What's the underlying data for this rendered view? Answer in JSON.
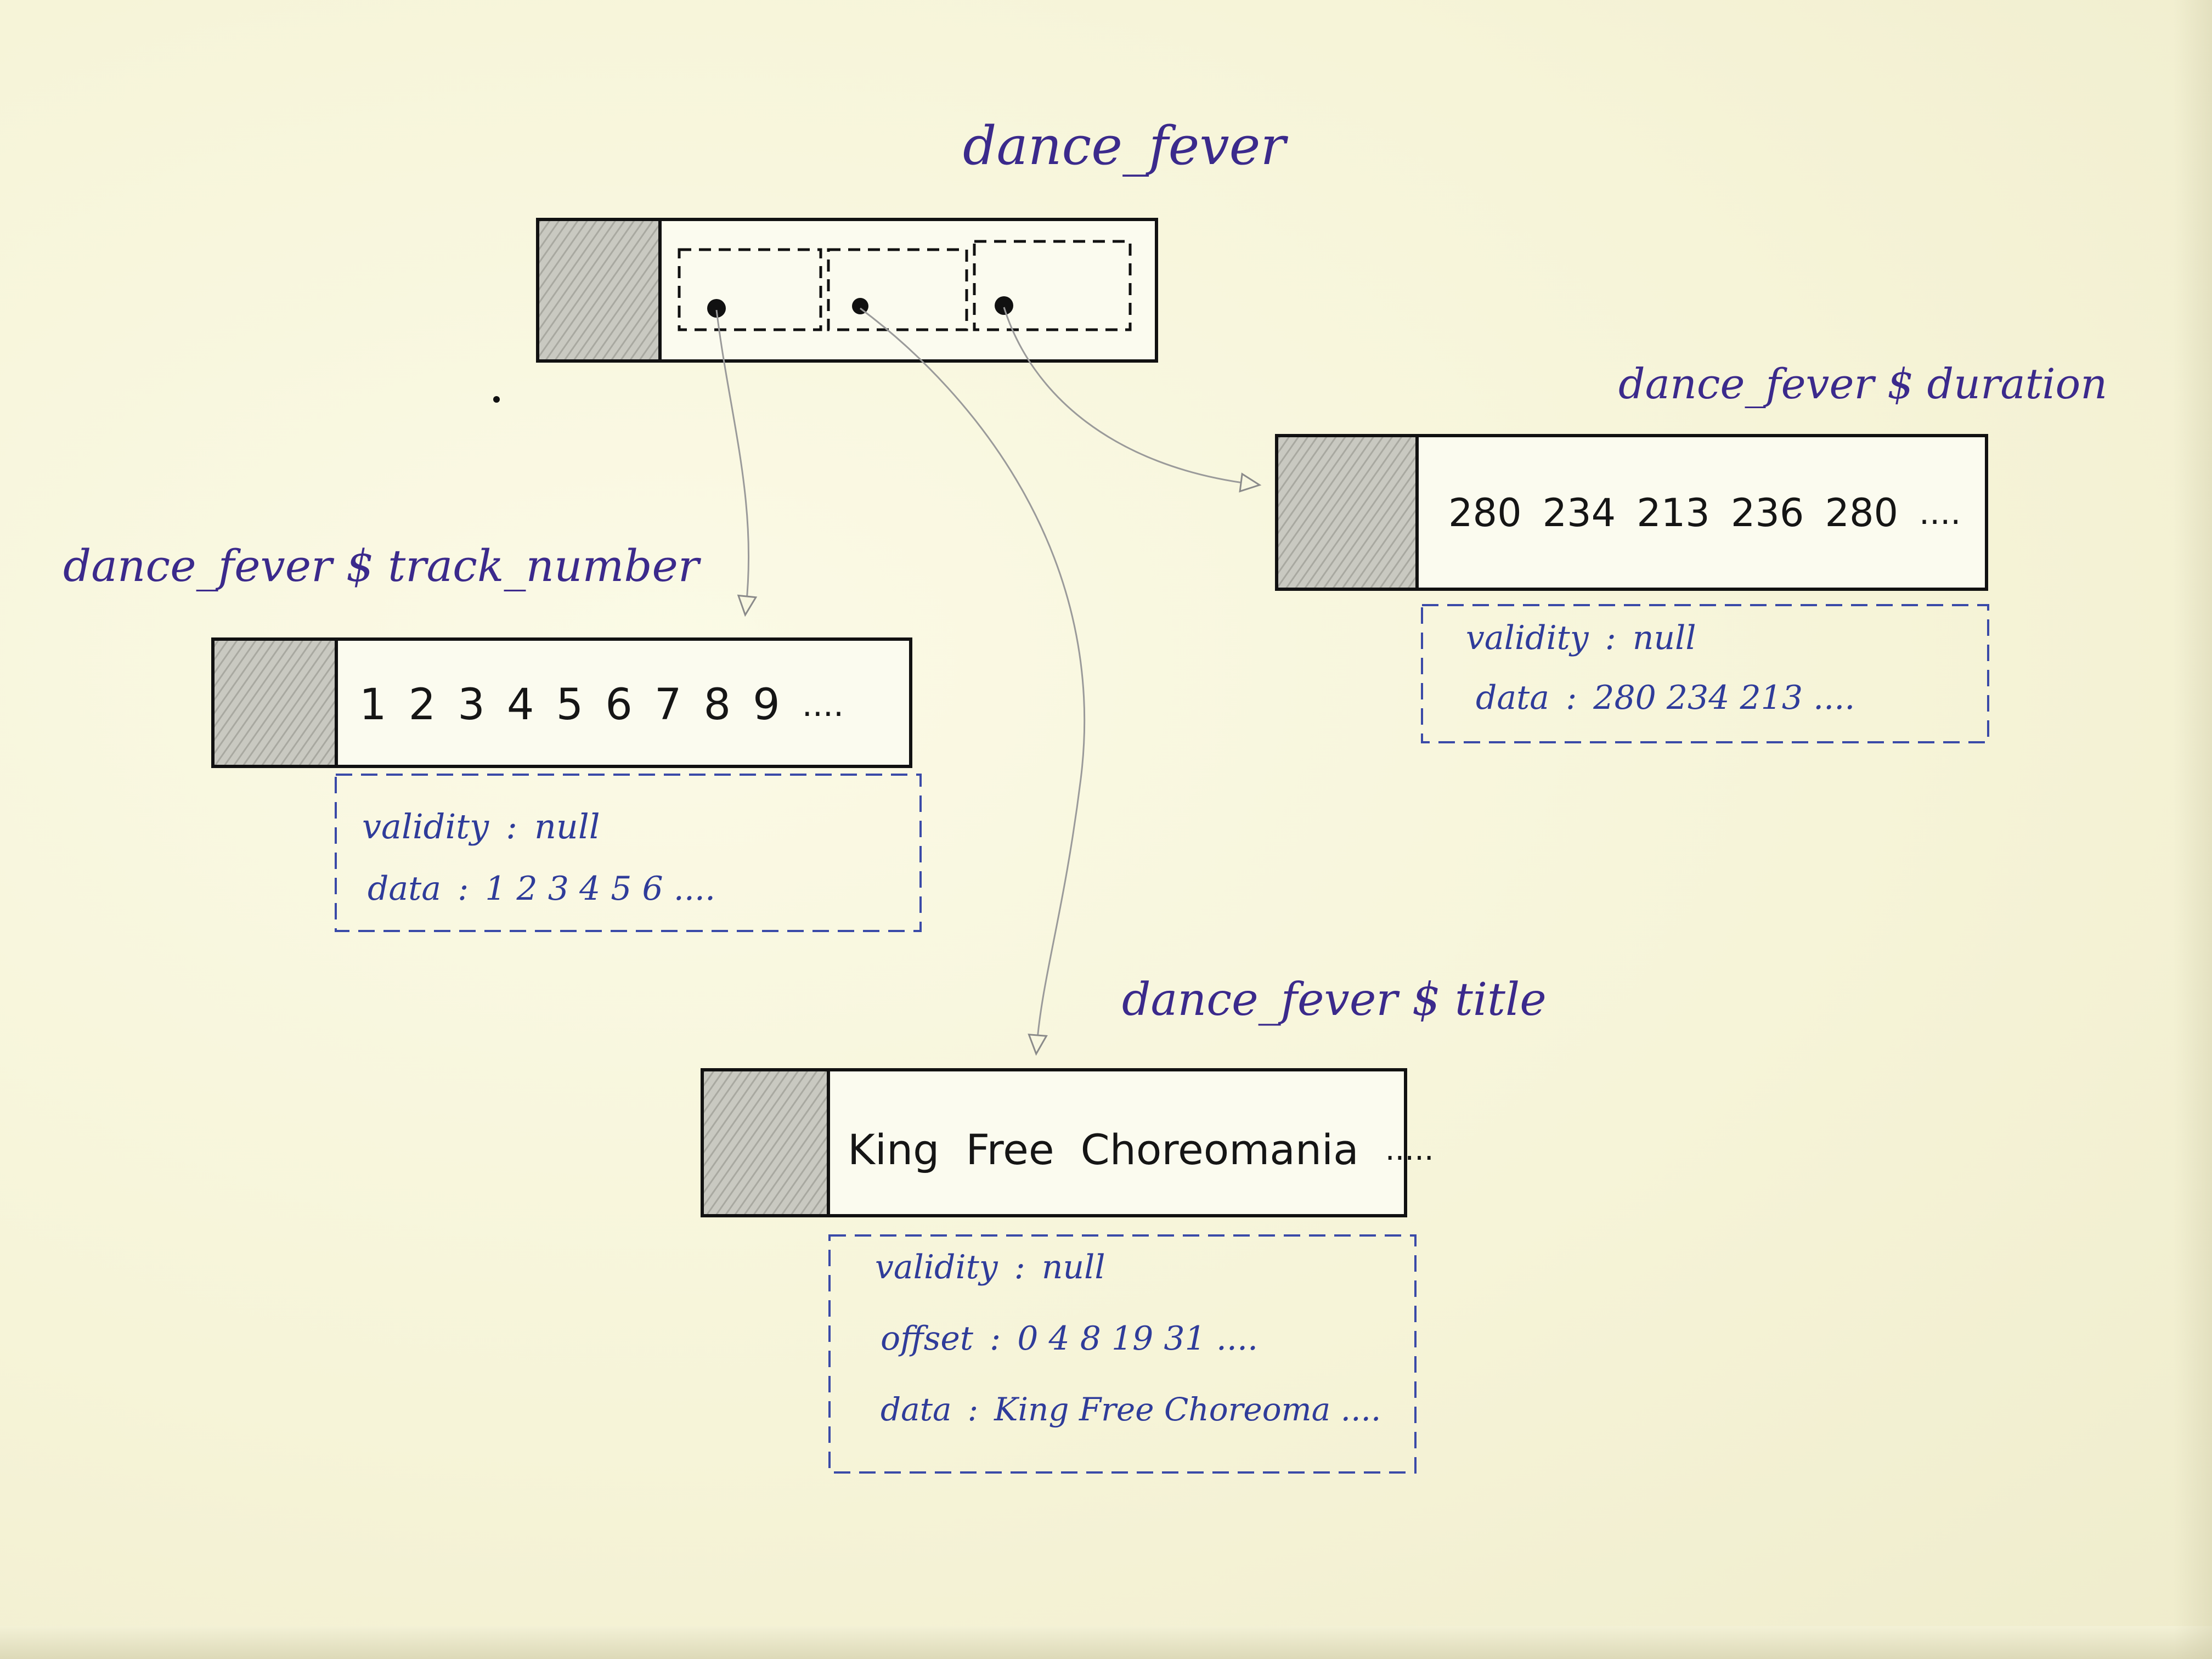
{
  "diagram": {
    "struct": {
      "title": "dance_fever"
    },
    "track_number": {
      "title": "dance_fever $ track_number",
      "values": [
        "1",
        "2",
        "3",
        "4",
        "5",
        "6",
        "7",
        "8",
        "9",
        "...."
      ],
      "validity_key": "validity",
      "validity_value": "null",
      "data_key": "data",
      "data_value": "1 2 3 4 5 6 ...."
    },
    "duration": {
      "title": "dance_fever $ duration",
      "values": [
        "280",
        "234",
        "213",
        "236",
        "280",
        "...."
      ],
      "validity_key": "validity",
      "validity_value": "null",
      "data_key": "data",
      "data_value": "280 234 213 ...."
    },
    "title_field": {
      "title": "dance_fever $ title",
      "values": [
        "King",
        "Free",
        "Choreomania",
        "....."
      ],
      "validity_key": "validity",
      "validity_value": "null",
      "offset_key": "offset",
      "offset_value": "0 4 8 19 31 ....",
      "data_key": "data",
      "data_value": "King Free Choreoma ...."
    },
    "colors": {
      "label_ink": "#3b2a8c",
      "value_ink": "#151515",
      "info_ink": "#2f3c9a",
      "shade": "#b9b9b3",
      "paper": "#f8f7e0"
    }
  }
}
